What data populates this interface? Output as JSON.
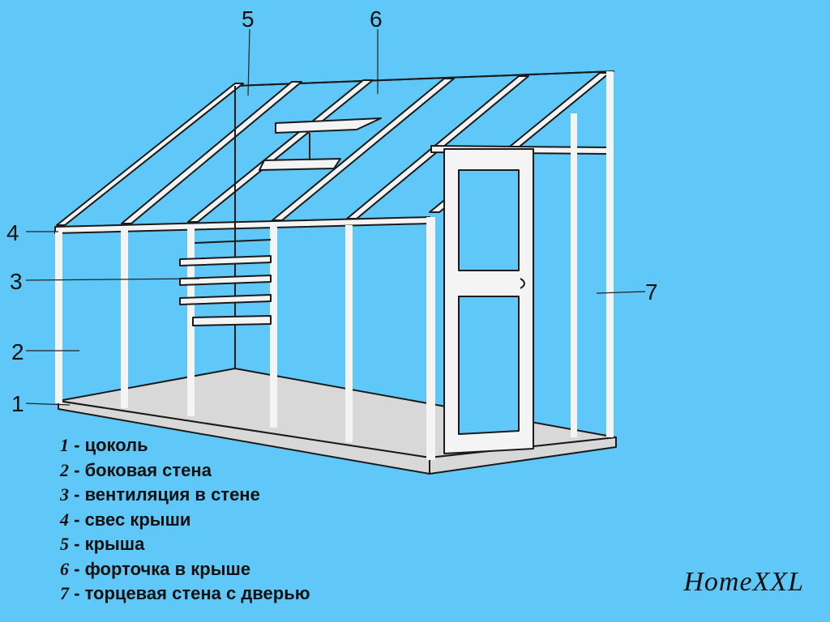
{
  "callouts": [
    "5",
    "6",
    "4",
    "3",
    "2",
    "1",
    "7"
  ],
  "legend": [
    {
      "num": "1",
      "sep": " - ",
      "text": "цоколь"
    },
    {
      "num": "2",
      "sep": " - ",
      "text": "боковая стена"
    },
    {
      "num": "3",
      "sep": " - ",
      "text": "вентиляция в стене"
    },
    {
      "num": "4",
      "sep": " - ",
      "text": "свес крыши"
    },
    {
      "num": "5",
      "sep": " - ",
      "text": "крыша"
    },
    {
      "num": "6",
      "sep": " - ",
      "text": "форточка в крыше"
    },
    {
      "num": "7",
      "sep": " - ",
      "text": "торцевая стена с дверью"
    }
  ],
  "brand": "HomeXXL",
  "colors": {
    "background": "#5fc8f8",
    "frame": "#f4f4f4",
    "outline": "#1a1a1a"
  }
}
